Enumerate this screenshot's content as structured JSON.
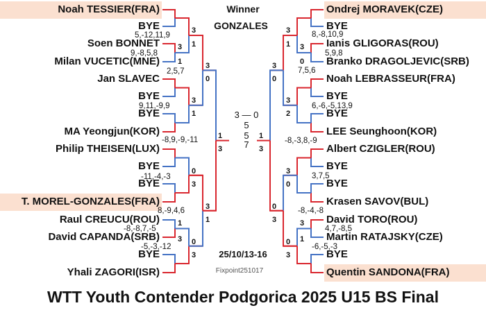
{
  "header": {
    "winner_label": "Winner",
    "winner_name": "GONZALES"
  },
  "final": {
    "set_score": "3 — 0",
    "games": [
      "5",
      "5",
      "7"
    ],
    "left_scores": [
      "1",
      "3"
    ],
    "right_scores": [
      "1",
      "3"
    ]
  },
  "date": "25/10/13-16",
  "credit": "Fixpoint251017",
  "title": "WTT Youth Contender Podgorica 2025 U15 BS Final",
  "colors": {
    "winner_line": "#d9262e",
    "loser_line": "#4472c4",
    "highlight": "#fbe0d0"
  },
  "left": {
    "players": [
      "Noah TESSIER(FRA)",
      "BYE",
      "Soen BONNET",
      "Milan VUCETIC(MNE)",
      "Jan SLAVEC",
      "BYE",
      "BYE",
      "MA Yeongjun(KOR)",
      "Philip THEISEN(LUX)",
      "BYE",
      "BYE",
      "T. MOREL-GONZALES(FRA)",
      "Raul CREUCU(ROU)",
      "David CAPANDA(SRB)",
      "BYE",
      "Yhali ZAGORI(ISR)"
    ],
    "game_scores": [
      "5,-12,11,9",
      "9,-8,5,8",
      "2,5,7",
      "9,11,-9,9",
      "-8,9,-9,-11",
      "-11,-4,-3",
      "8,-9,4,6",
      "-8,-8,7,-5",
      "-5,-3,-12"
    ],
    "round1_scores": [
      "3",
      "1",
      "1",
      "3"
    ],
    "round2_scores": [
      "3",
      "1",
      "3",
      "1",
      "0",
      "3",
      "0",
      "3"
    ],
    "round3_scores": [
      "3",
      "0",
      "3",
      "1"
    ]
  },
  "right": {
    "players": [
      "Ondrej MORAVEK(CZE)",
      "BYE",
      "Ianis GLIGORAS(ROU)",
      "Branko DRAGOLJEVIC(SRB)",
      "Noah LEBRASSEUR(FRA)",
      "BYE",
      "BYE",
      "LEE Seunghoon(KOR)",
      "Albert CZIGLER(ROU)",
      "BYE",
      "BYE",
      "Krasen SAVOV(BUL)",
      "David TORO(ROU)",
      "Martin RATAJSKY(CZE)",
      "BYE",
      "Quentin SANDONA(FRA)"
    ],
    "game_scores": [
      "8,-8,10,9",
      "5,9,8",
      "7,5,6",
      "6,-6,-5,13,9",
      "-8,-3,8,-9",
      "3,7,5",
      "-8,-4,-8",
      "4,7,-8,5",
      "-6,-5,-3"
    ],
    "round1_scores": [
      "3",
      "0",
      "3",
      "1"
    ],
    "round2_scores": [
      "3",
      "1",
      "3",
      "2",
      "3",
      "0",
      "0",
      "3"
    ],
    "round3_scores": [
      "3",
      "0",
      "0",
      "3"
    ]
  }
}
